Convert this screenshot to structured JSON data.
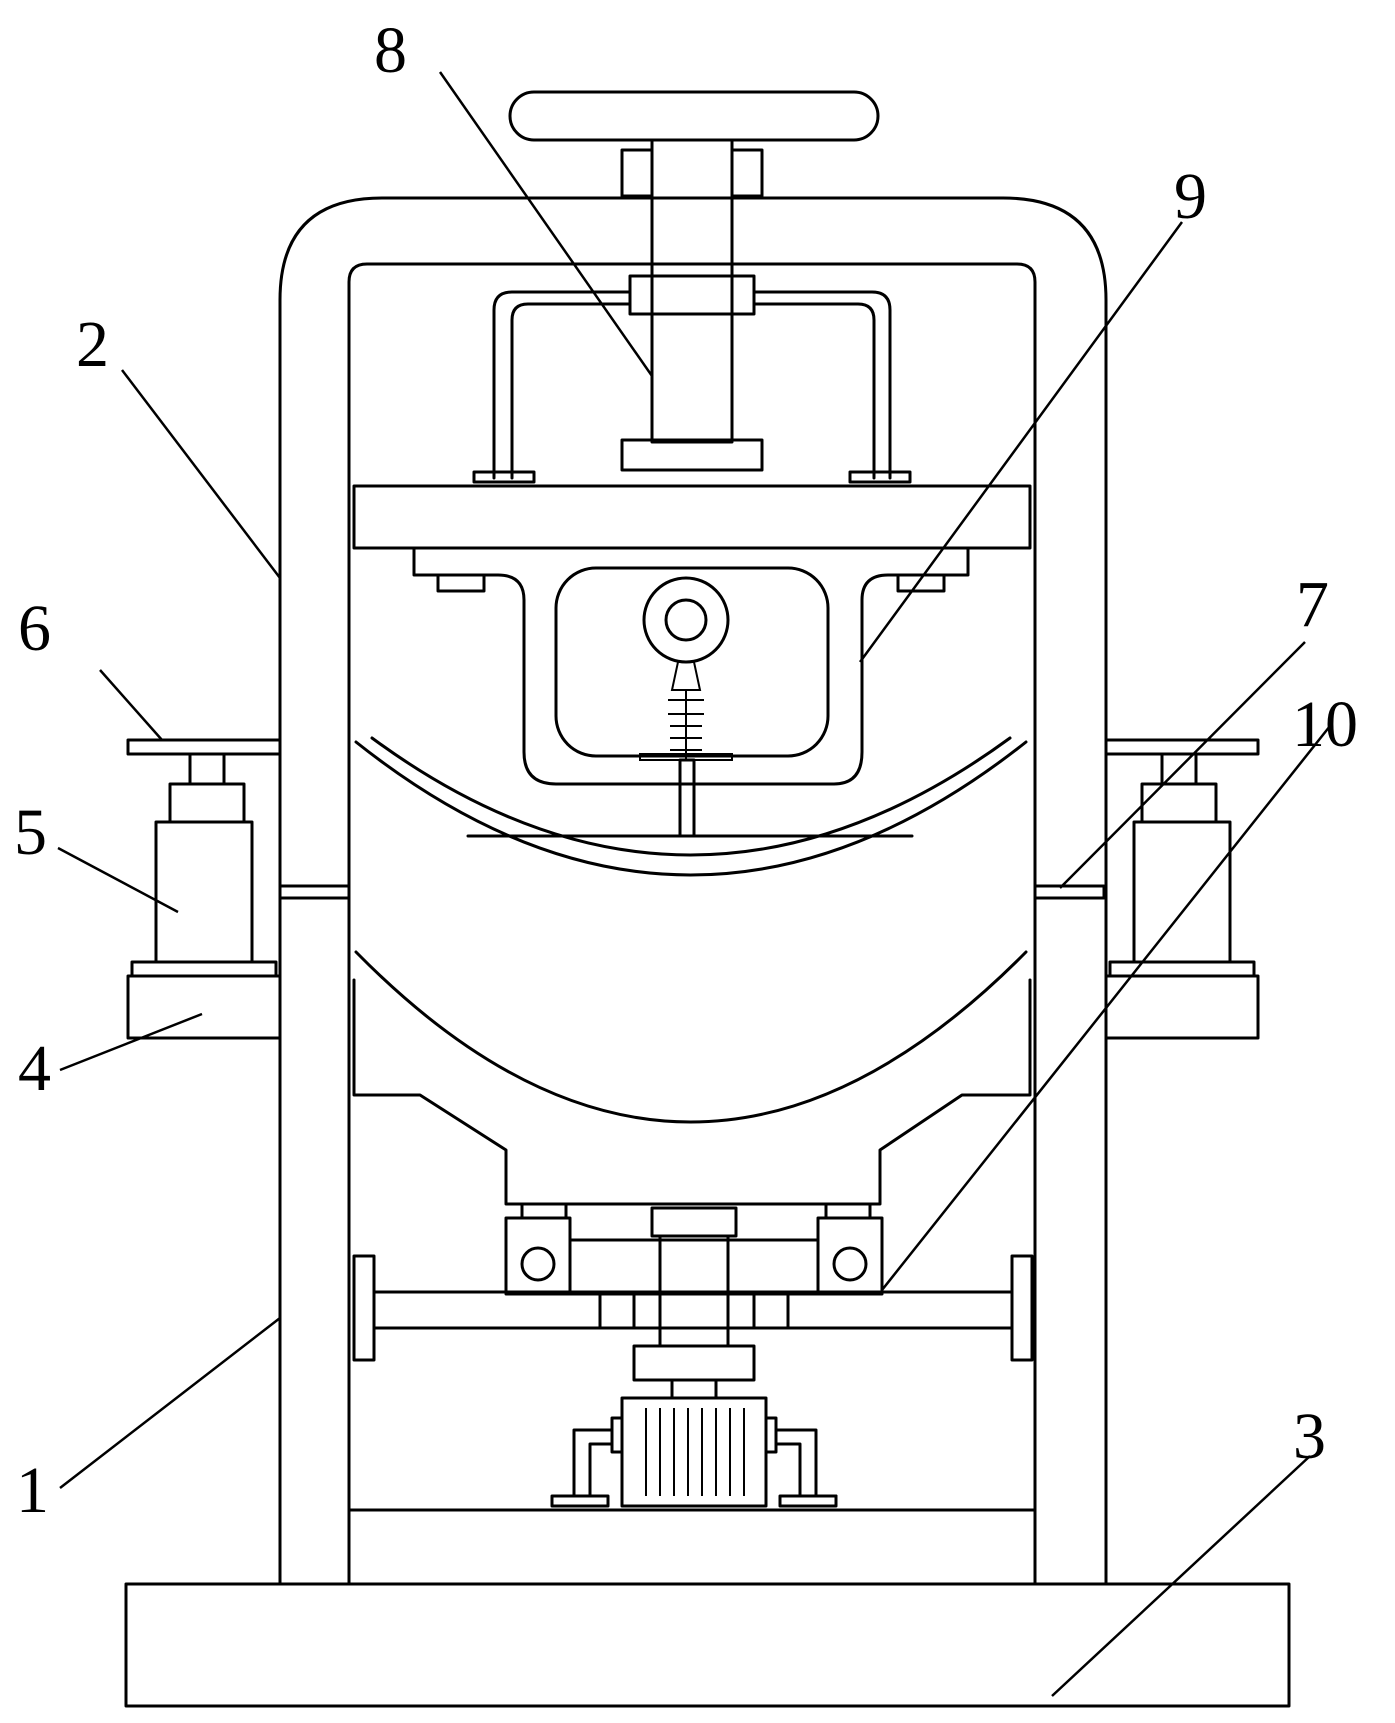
{
  "figure": {
    "callouts": [
      {
        "id": "1",
        "label": "1"
      },
      {
        "id": "2",
        "label": "2"
      },
      {
        "id": "3",
        "label": "3"
      },
      {
        "id": "4",
        "label": "4"
      },
      {
        "id": "5",
        "label": "5"
      },
      {
        "id": "6",
        "label": "6"
      },
      {
        "id": "7",
        "label": "7"
      },
      {
        "id": "8",
        "label": "8"
      },
      {
        "id": "9",
        "label": "9"
      },
      {
        "id": "10",
        "label": "10"
      }
    ]
  },
  "colors": {
    "line": "#000000",
    "background": "#ffffff"
  }
}
